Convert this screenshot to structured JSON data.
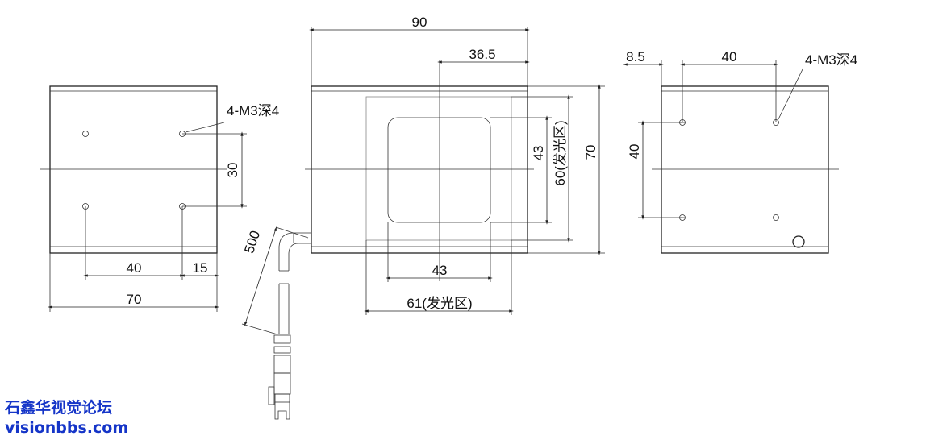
{
  "left_view": {
    "hole_note": "4-M3深4",
    "dim_vertical": "30",
    "dim_hole_spacing": "40",
    "dim_edge": "15",
    "dim_width": "70"
  },
  "front_view": {
    "dim_width": "90",
    "dim_offset": "36.5",
    "dim_window_h": "43",
    "dim_emit_h": "60(发光区)",
    "dim_height": "70",
    "dim_window_w": "43",
    "dim_emit_w": "61(发光区)",
    "dim_cable": "500"
  },
  "right_view": {
    "dim_edge": "8.5",
    "dim_hole_spacing": "40",
    "dim_vertical": "40",
    "hole_note": "4-M3深4"
  },
  "watermark": {
    "line1": "石鑫华视觉论坛",
    "line2": "visionbbs.com",
    "color": "#1535c8"
  }
}
